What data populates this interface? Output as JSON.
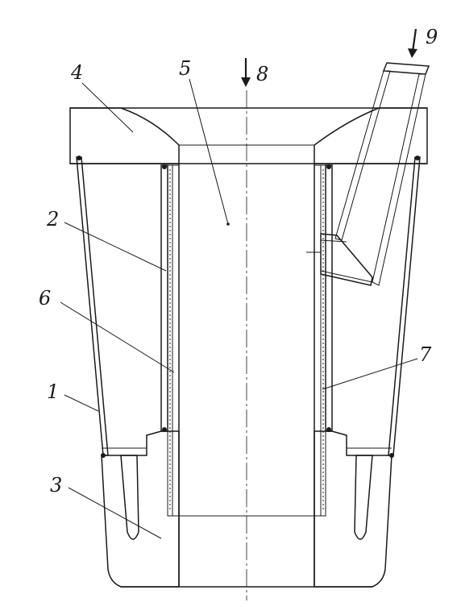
{
  "labels": {
    "l1": "1",
    "l2": "2",
    "l3": "3",
    "l4": "4",
    "l5": "5",
    "l6": "6",
    "l7": "7",
    "l8": "8",
    "l9": "9"
  },
  "colors": {
    "ink": "#1a1a1a",
    "paper": "#ffffff"
  }
}
